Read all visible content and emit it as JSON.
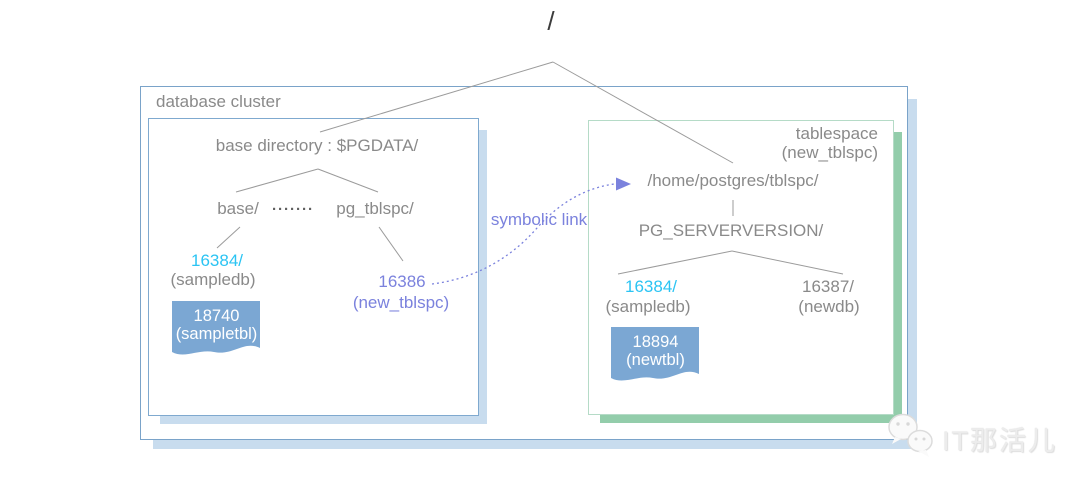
{
  "root": {
    "label": "/"
  },
  "cluster": {
    "label": "database cluster"
  },
  "base_dir_box": {
    "title": "base directory : $PGDATA/",
    "base_label": "base/",
    "dots": "·······",
    "pg_tblspc_label": "pg_tblspc/",
    "sampledb_oid": "16384/",
    "sampledb_name": "(sampledb)",
    "sampletbl_oid": "18740",
    "sampletbl_name": "(sampletbl)",
    "tblspc_oid": "16386",
    "tblspc_name": "(new_tblspc)"
  },
  "symbolic_link": {
    "label": "symbolic link"
  },
  "tablespace_box": {
    "title": "tablespace",
    "subtitle": "(new_tblspc)",
    "path": "/home/postgres/tblspc/",
    "version_dir": "PG_SERVERVERSION/",
    "sampledb_oid": "16384/",
    "sampledb_name": "(sampledb)",
    "newdb_oid": "16387/",
    "newdb_name": "(newdb)",
    "newtbl_oid": "18894",
    "newtbl_name": "(newtbl)"
  },
  "watermark": {
    "label": "IT那活儿",
    "icon": "wechat-icon"
  },
  "colors": {
    "oid_cyan": "#2bc4f3",
    "link_purple": "#7b82dd",
    "flag_blue": "#7ba7d3",
    "box_blue_border": "#7fa9cf",
    "box_blue_shadow": "#c8dcee",
    "box_green_border": "#b5dbc7",
    "box_green_shadow": "#93cdab",
    "text_gray": "#8a8a8a",
    "line_gray": "#9b9b9b"
  }
}
